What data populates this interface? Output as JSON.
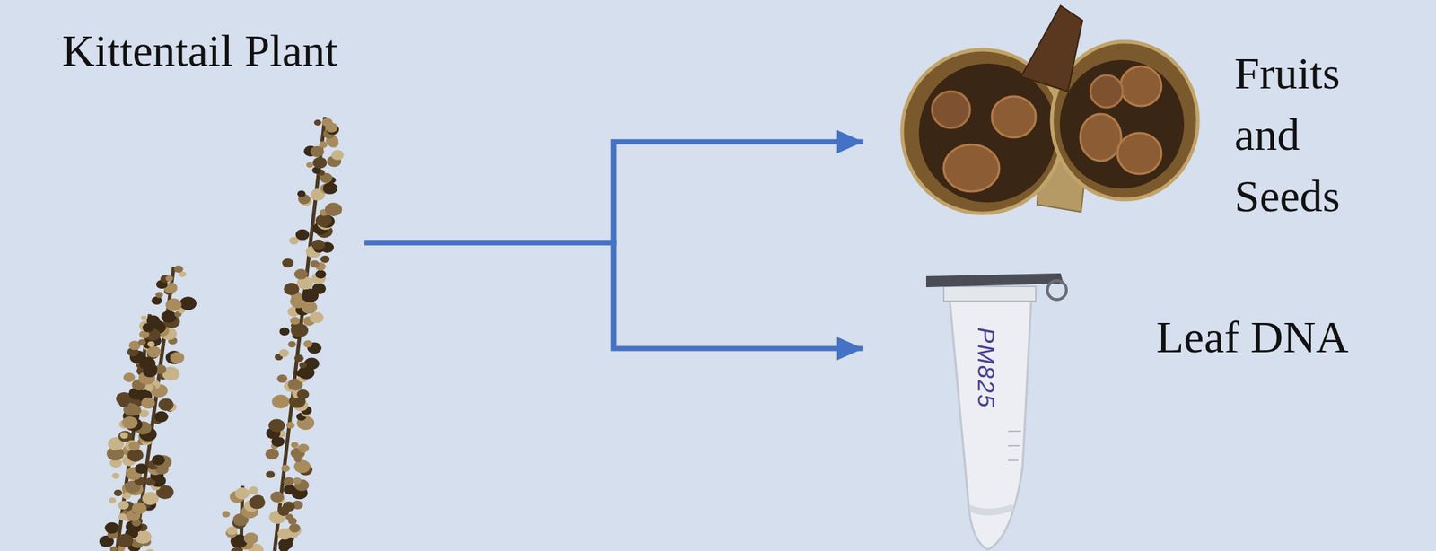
{
  "diagram": {
    "nodes": [
      {
        "text": [
          "Kittentail Plant"
        ]
      },
      {
        "text": [
          "Fruits and Seeds"
        ]
      },
      {
        "text": [
          "Leaf DNA"
        ]
      }
    ],
    "edges": [
      {
        "from": 0,
        "to": 1,
        "arrow": "to"
      },
      {
        "from": 0,
        "to": 2,
        "arrow": "to"
      }
    ],
    "labels": [
      "PM825"
    ]
  }
}
